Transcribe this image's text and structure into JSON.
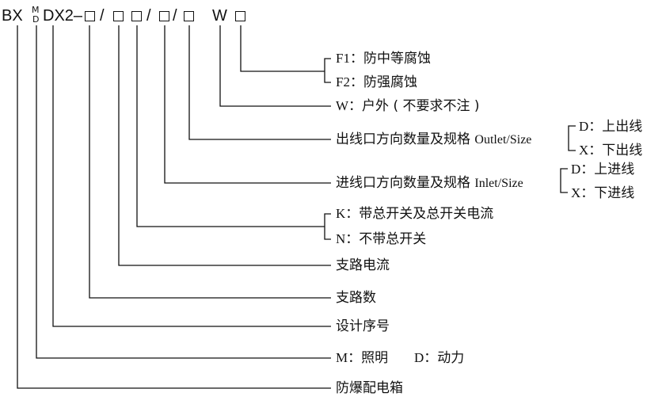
{
  "code": {
    "prefix": "BX",
    "stack_top": "M",
    "stack_bottom": "D",
    "series": "DX2–",
    "sep": "/",
    "w_letter": "W"
  },
  "labels": {
    "f1_code": "F1",
    "f1_text": "：防中等腐蚀",
    "f2_code": "F2",
    "f2_text": "：防强腐蚀",
    "w_code": "W",
    "w_text": "：户外 ( 不要求不注 )",
    "outlet_cn": "出线口方向数量及规格",
    "outlet_en": "Outlet/Size",
    "outlet_d_code": "D",
    "outlet_d_text": "：上出线",
    "outlet_x_code": "X",
    "outlet_x_text": "：下出线",
    "inlet_cn": "进线口方向数量及规格",
    "inlet_en": "Inlet/Size",
    "inlet_d_code": "D",
    "inlet_d_text": "：上进线",
    "inlet_x_code": "X",
    "inlet_x_text": "：下进线",
    "k_code": "K",
    "k_text": "：带总开关及总开关电流",
    "n_code": "N",
    "n_text": "：不带总开关",
    "branch_current": "支路电流",
    "branch_count": "支路数",
    "design_no": "设计序号",
    "m_code": "M",
    "m_text": "：照明",
    "d_code": "D",
    "d_text": "：动力",
    "explosion_box": "防爆配电箱"
  }
}
